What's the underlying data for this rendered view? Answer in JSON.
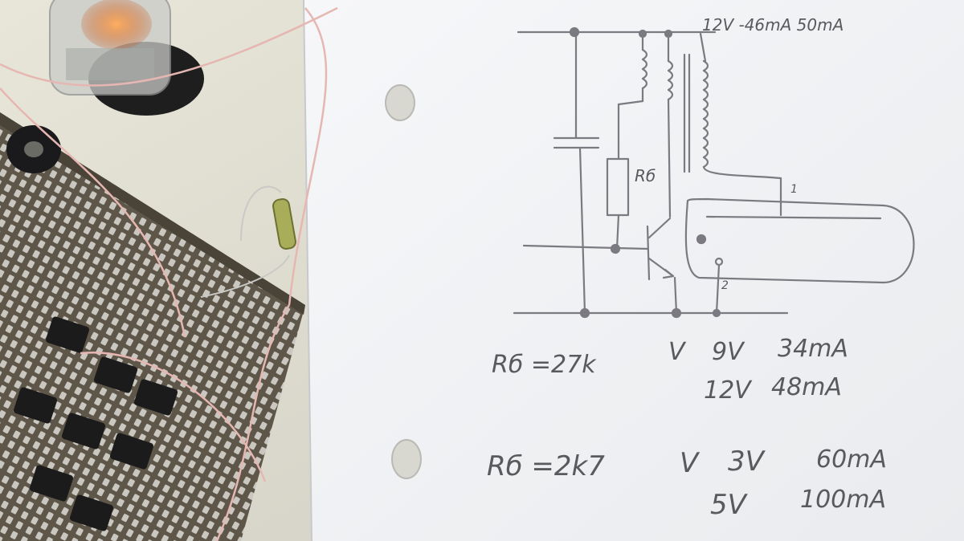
{
  "colors": {
    "paper": "#f4f5f7",
    "desk": "#e3e1d6",
    "board": "#5c5446",
    "pencil": "#6f6f76",
    "nixie_glow": "#f07a2a"
  },
  "schematic": {
    "top_note": "12V -46mA 50mA",
    "resistor_label": "Rб",
    "pin1_label": "1",
    "pin2_label": "2"
  },
  "notes": {
    "row1": {
      "r": "Rб =27k",
      "v": "V",
      "v1": "9V",
      "i1": "34mA",
      "v2": "12V",
      "i2": "48mA"
    },
    "row2": {
      "r": "Rб =2k7",
      "v": "V",
      "v1": "3V",
      "i1": "60mA",
      "v2": "5V",
      "i2": "100mA"
    }
  }
}
